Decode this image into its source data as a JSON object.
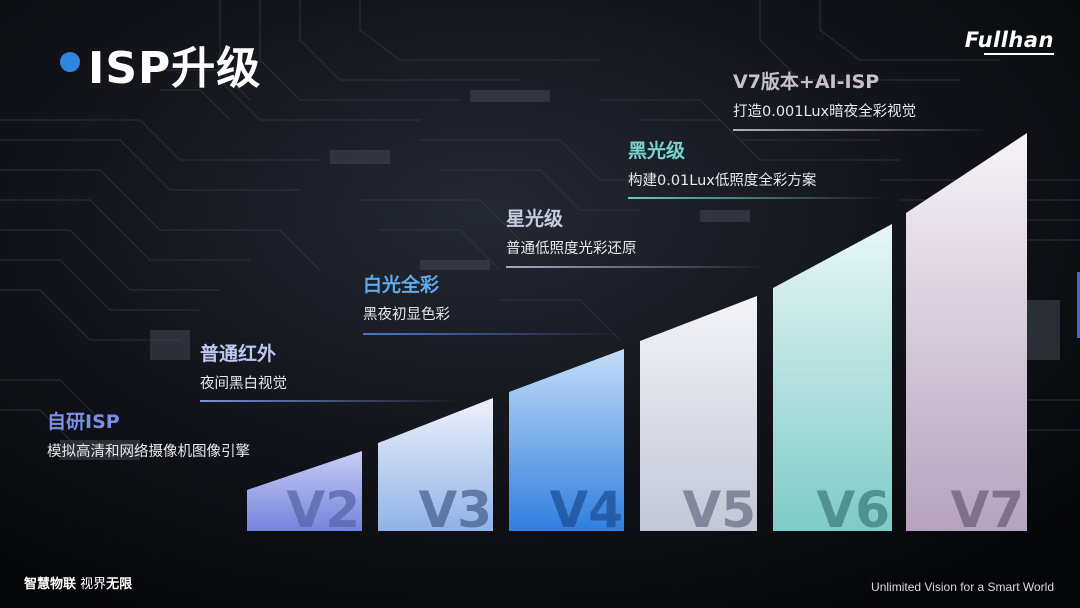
{
  "title": "ISP升级",
  "logo": "Fullhan",
  "stages": [
    {
      "title": "自研ISP",
      "desc": "模拟高清和网络摄像机图像引擎",
      "title_color": "#7b8fe8"
    },
    {
      "title": "普通红外",
      "desc": "夜间黑白视觉",
      "title_color": "#bcc8f2"
    },
    {
      "title": "白光全彩",
      "desc": "黑夜初显色彩",
      "title_color": "#5fa9ee"
    },
    {
      "title": "星光级",
      "desc": "普通低照度光彩还原",
      "title_color": "#c7cbe0"
    },
    {
      "title": "黑光级",
      "desc": "构建0.01Lux低照度全彩方案",
      "title_color": "#79d3cc"
    },
    {
      "title": "V7版本+AI-ISP",
      "desc": "打造0.001Lux暗夜全彩视觉",
      "title_color": "#c9bfd2"
    }
  ],
  "versions": [
    "V2",
    "V3",
    "V4",
    "V5",
    "V6",
    "V7"
  ],
  "footer": {
    "left_a": "智慧物联",
    "left_b": "视界",
    "left_c": "无限",
    "right": "Unlimited Vision for a Smart World"
  }
}
